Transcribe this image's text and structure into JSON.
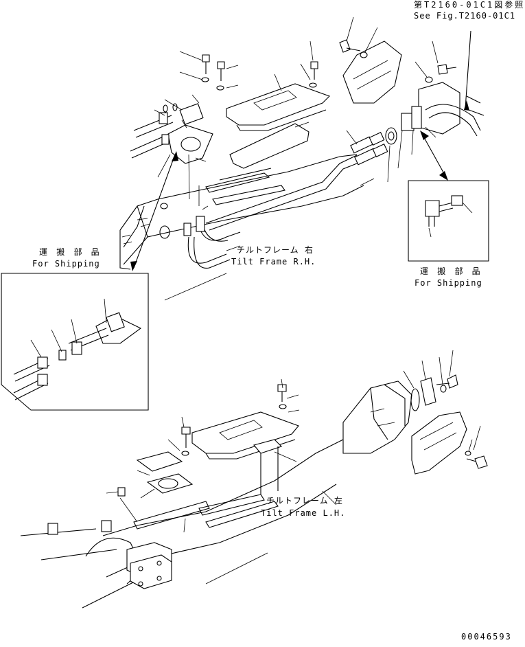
{
  "labels": {
    "see_fig_jp": "第T2160-01C1図参照",
    "see_fig_en": "See Fig.T2160-01C1",
    "shipping_left_jp": "運 搬 部 品",
    "shipping_left_en": "For Shipping",
    "shipping_right_jp": "運 搬 部 品",
    "shipping_right_en": "For Shipping",
    "tilt_rh_jp": "チルトフレーム 右",
    "tilt_rh_en": "Tilt Frame R.H.",
    "tilt_lh_jp": "チルトフレーム 左",
    "tilt_lh_en": "Tilt Frame L.H.",
    "drawing_no": "00046593"
  }
}
